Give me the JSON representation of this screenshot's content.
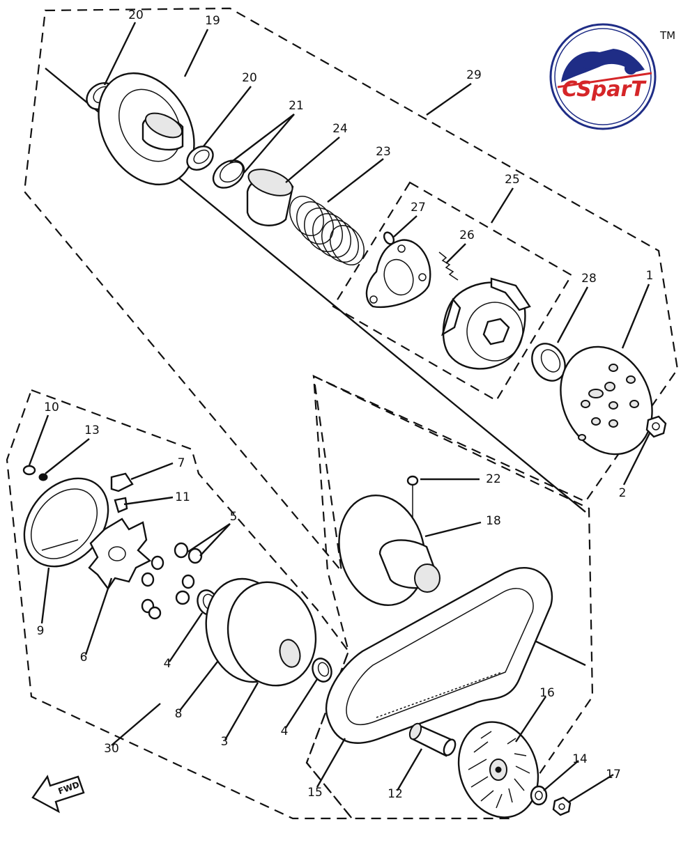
{
  "logo": {
    "brand": "CSparT",
    "trademark": "TM"
  },
  "fwd_label": "FWD",
  "labels": {
    "p1": "1",
    "p2": "2",
    "p3": "3",
    "p4a": "4",
    "p4b": "4",
    "p5": "5",
    "p6": "6",
    "p7": "7",
    "p8": "8",
    "p9": "9",
    "p10": "10",
    "p11": "11",
    "p12": "12",
    "p13": "13",
    "p14": "14",
    "p15": "15",
    "p16": "16",
    "p17": "17",
    "p18": "18",
    "p19": "19",
    "p20a": "20",
    "p20b": "20",
    "p21": "21",
    "p22": "22",
    "p23": "23",
    "p24": "24",
    "p25": "25",
    "p26": "26",
    "p27": "27",
    "p28": "28",
    "p29": "29",
    "p30": "30"
  }
}
